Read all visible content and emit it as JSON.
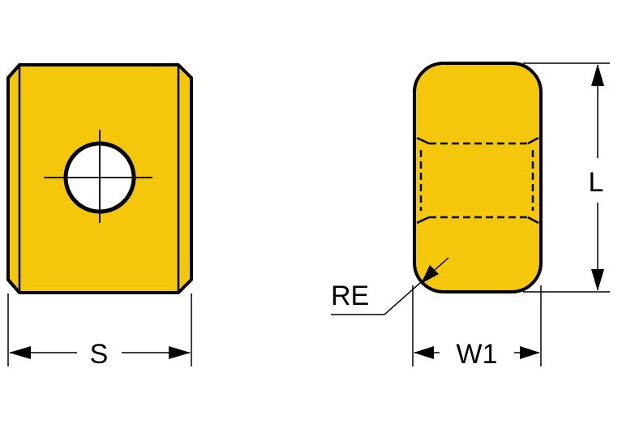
{
  "labels": {
    "s": "S",
    "re": "RE",
    "w1": "W1",
    "l": "L"
  },
  "colors": {
    "insert_fill": "#f4c70a",
    "outline": "#000000",
    "hole": "#ffffff"
  }
}
